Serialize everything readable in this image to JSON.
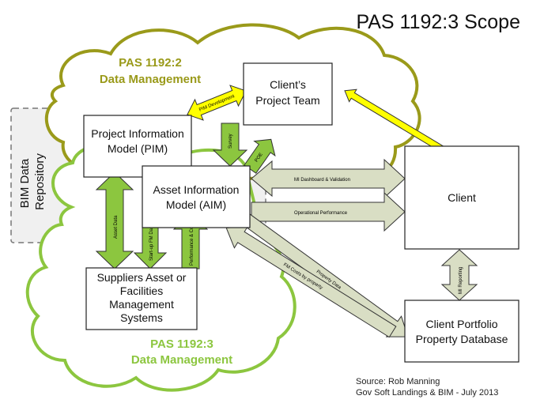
{
  "title": "PAS 1192:3 Scope",
  "clouds": {
    "pas2": {
      "line1": "PAS 1192:2",
      "line2": "Data Management",
      "color": "#9a9a1a"
    },
    "pas3": {
      "line1": "PAS 1192:3",
      "line2": "Data Management",
      "color": "#8cc63f"
    }
  },
  "repository": {
    "line1": "BIM Data",
    "line2": "Repository"
  },
  "boxes": {
    "pim": {
      "line1": "Project Information",
      "line2": "Model (PIM)"
    },
    "aim": {
      "line1": "Asset Information",
      "line2": "Model (AIM)"
    },
    "client_team": {
      "line1": "Client’s",
      "line2": "Project Team"
    },
    "client": {
      "line1": "Client"
    },
    "suppliers": {
      "line1": "Suppliers Asset or",
      "line2": "Facilities",
      "line3": "Management",
      "line4": "Systems"
    },
    "portfolio": {
      "line1": "Client Portfolio",
      "line2": "Property Database"
    }
  },
  "arrows": {
    "pim_development": "PIM Development",
    "survey": "Survey",
    "poe": "POE",
    "mi_dashboard": "MI Dashboard & Validation",
    "operational_performance": "Operational Performance",
    "asset_data": "Asset Data",
    "startup_fm_data": "Start-up FM Data",
    "performance_cost_data": "Performance & Cost Data",
    "mi_reporting": "MI Reporting",
    "property_data": "Property Data",
    "fm_costs": "FM Costs by property"
  },
  "colors": {
    "yellow": "#ffff00",
    "green": "#8cc63f",
    "grey_green": "#d9dec4"
  },
  "source": {
    "line1": "Source: Rob Manning",
    "line2": "Gov Soft Landings & BIM - July 2013"
  }
}
